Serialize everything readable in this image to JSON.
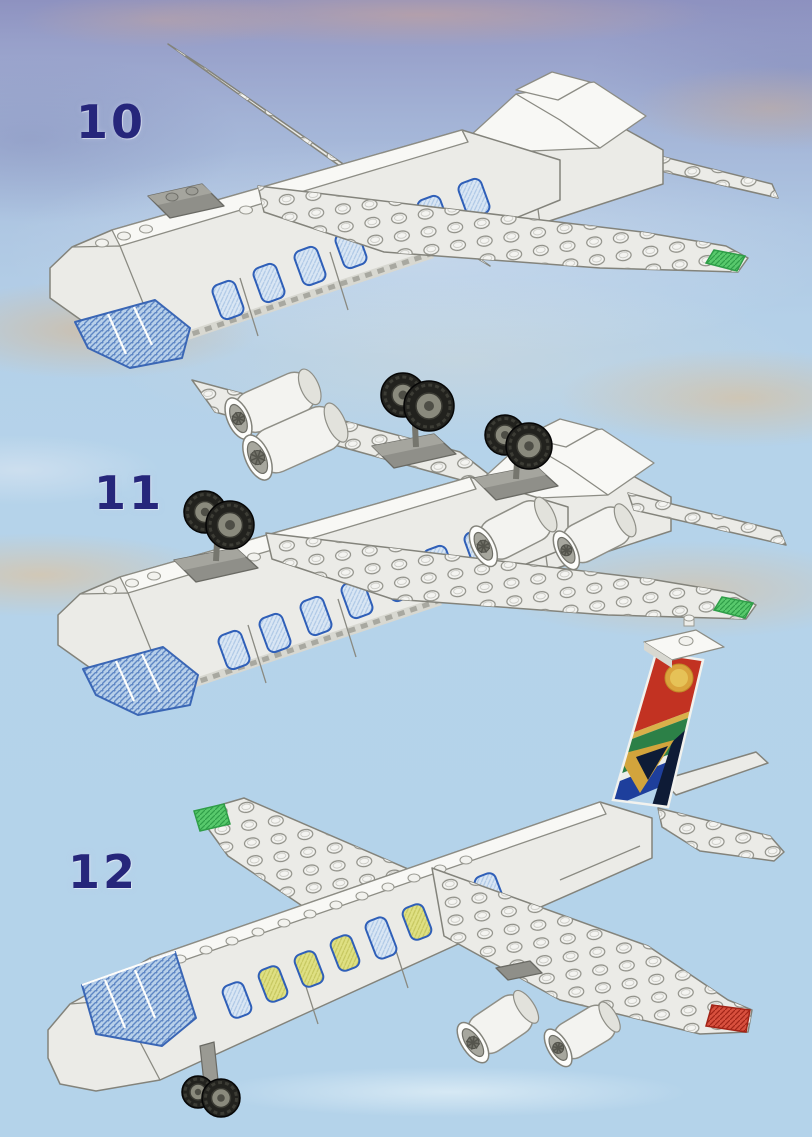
{
  "steps": [
    {
      "number": "10",
      "alt": "lego-airplane-fuselage-and-wings"
    },
    {
      "number": "11",
      "alt": "lego-airplane-with-engines-and-exploded-landing-gear"
    },
    {
      "number": "12",
      "alt": "lego-airplane-complete-with-south-african-tail-livery"
    }
  ],
  "colors": {
    "step_label": "#26267b",
    "sky_top": "#8e92c0",
    "sky_main": "#b5d3ea",
    "cloud_warm": "#e2b880",
    "lego_white": "#ebebe7",
    "window_frame_blue": "#2f5fb8",
    "window_pane_blue": "#d9e6f4",
    "window_pane_yellow": "#dfe083",
    "cockpit_glass": "#b7cfe9",
    "wingtip_green": "#58c96c",
    "wingtip_red": "#d8503e",
    "tire_black": "#22221e",
    "plate_gray": "#8f8f89",
    "flag": {
      "red": "#c23222",
      "sun_gold": "#daa33c",
      "band_gold": "#d9b04a",
      "green": "#2c8047",
      "navy": "#0e1b36",
      "blue": "#1e3f9c",
      "white": "#eceee8"
    }
  }
}
